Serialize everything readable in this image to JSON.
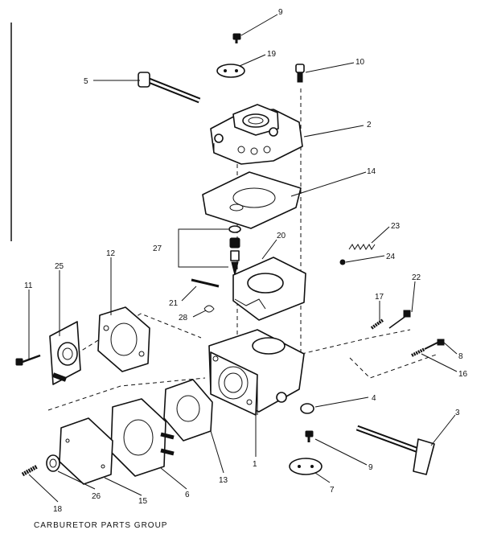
{
  "caption": "CARBURETOR PARTS GROUP",
  "callouts": {
    "c9_top": "9",
    "c19": "19",
    "c10": "10",
    "c5": "5",
    "c2": "2",
    "c14": "14",
    "c23": "23",
    "c24": "24",
    "c27": "27",
    "c20": "20",
    "c25": "25",
    "c12": "12",
    "c11": "11",
    "c21": "21",
    "c28": "28",
    "c17": "17",
    "c22": "22",
    "c8": "8",
    "c16": "16",
    "c4": "4",
    "c3": "3",
    "c1": "1",
    "c13": "13",
    "c6": "6",
    "c9_bottom": "9",
    "c7": "7",
    "c15": "15",
    "c26": "26",
    "c18": "18"
  }
}
